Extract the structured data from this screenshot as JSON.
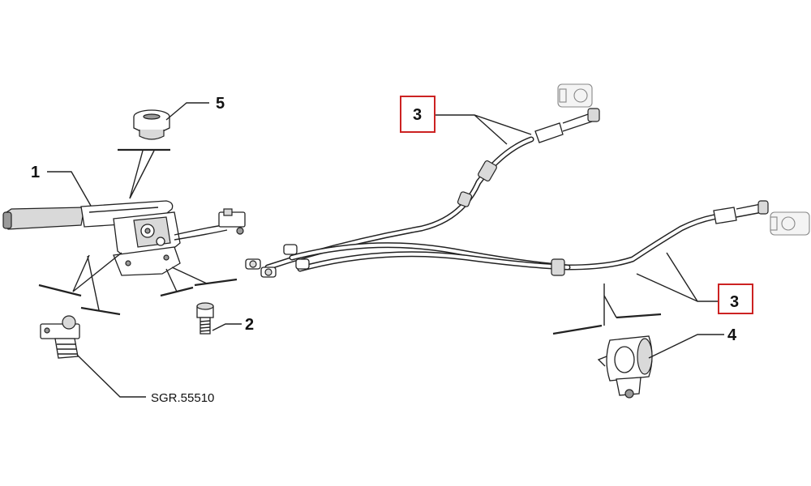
{
  "callouts": {
    "c1": "1",
    "c2": "2",
    "c3_top": "3",
    "c3_right": "3",
    "c4": "4",
    "c5": "5"
  },
  "reference": "SGR.55510",
  "colors": {
    "highlight_box": "#cc2222",
    "ink": "#222222"
  }
}
